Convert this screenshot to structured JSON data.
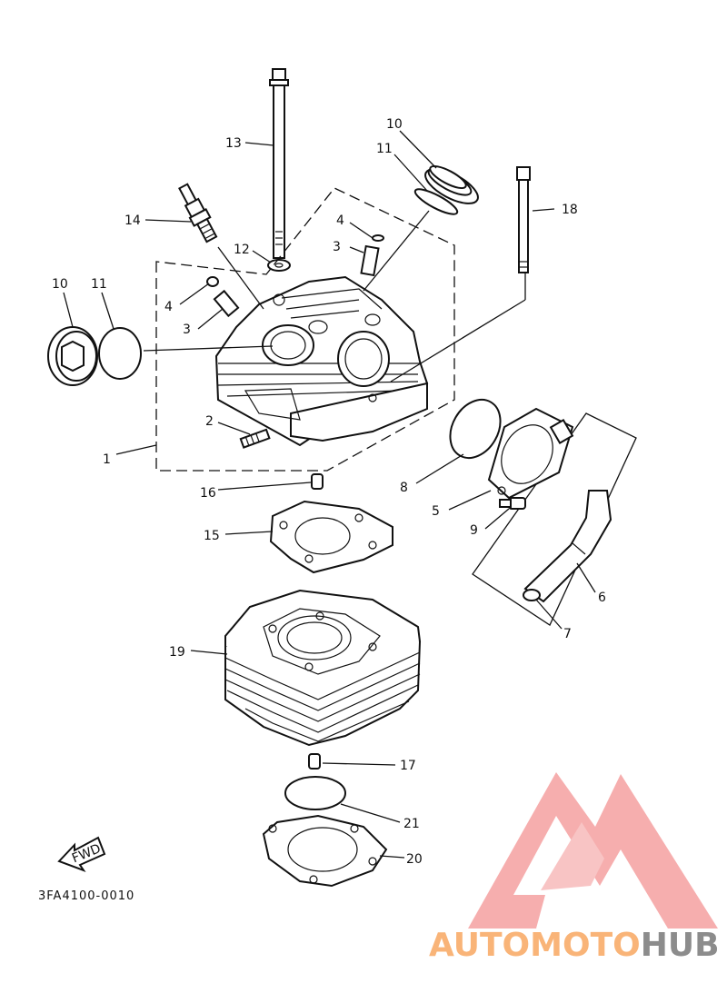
{
  "callouts": [
    {
      "id": "13",
      "text": "13"
    },
    {
      "id": "10a",
      "text": "10"
    },
    {
      "id": "11a",
      "text": "11"
    },
    {
      "id": "18",
      "text": "18"
    },
    {
      "id": "14",
      "text": "14"
    },
    {
      "id": "4a",
      "text": "4"
    },
    {
      "id": "3a",
      "text": "3"
    },
    {
      "id": "12",
      "text": "12"
    },
    {
      "id": "10b",
      "text": "10"
    },
    {
      "id": "11b",
      "text": "11"
    },
    {
      "id": "4b",
      "text": "4"
    },
    {
      "id": "3b",
      "text": "3"
    },
    {
      "id": "2",
      "text": "2"
    },
    {
      "id": "1",
      "text": "1"
    },
    {
      "id": "8",
      "text": "8"
    },
    {
      "id": "16",
      "text": "16"
    },
    {
      "id": "5",
      "text": "5"
    },
    {
      "id": "9",
      "text": "9"
    },
    {
      "id": "15",
      "text": "15"
    },
    {
      "id": "6",
      "text": "6"
    },
    {
      "id": "7",
      "text": "7"
    },
    {
      "id": "19",
      "text": "19"
    },
    {
      "id": "17",
      "text": "17"
    },
    {
      "id": "21",
      "text": "21"
    },
    {
      "id": "20",
      "text": "20"
    }
  ],
  "fwd_label": "FWD",
  "diagram_code": "3FA4100-0010",
  "watermark": {
    "part1": "AUTOMOTO",
    "part2": "HUB",
    "color1": "#f9b478",
    "color2": "#8c8c8c",
    "triangle_color": "#f5a0a0"
  }
}
